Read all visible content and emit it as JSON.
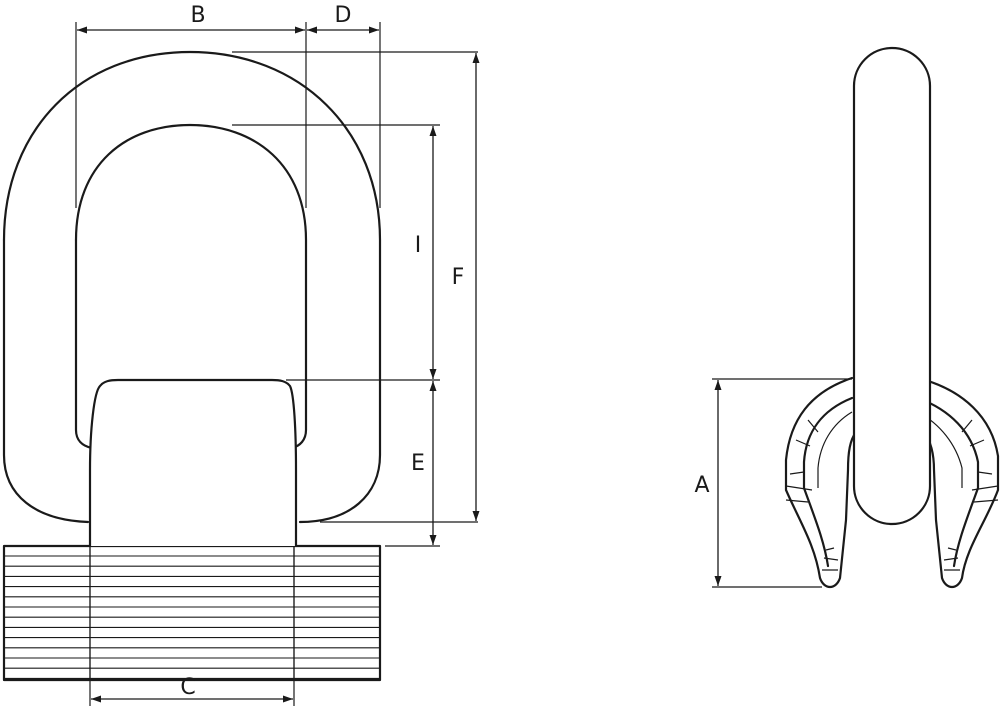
{
  "dimensions": {
    "a": "A",
    "b": "B",
    "c": "C",
    "d": "D",
    "e": "E",
    "f": "F",
    "i": "I"
  },
  "colors": {
    "line": "#1a1a1a",
    "background": "#ffffff"
  }
}
